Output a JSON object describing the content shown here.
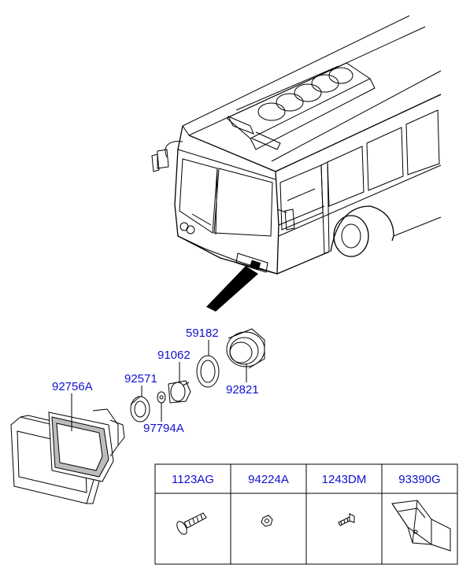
{
  "part_labels": {
    "p59182": "59182",
    "p91062": "91062",
    "p92571": "92571",
    "p92756A": "92756A",
    "p92821": "92821",
    "p97794A": "97794A"
  },
  "hardware_table": {
    "headers": [
      "1123AG",
      "94224A",
      "1243DM",
      "93390G"
    ]
  }
}
